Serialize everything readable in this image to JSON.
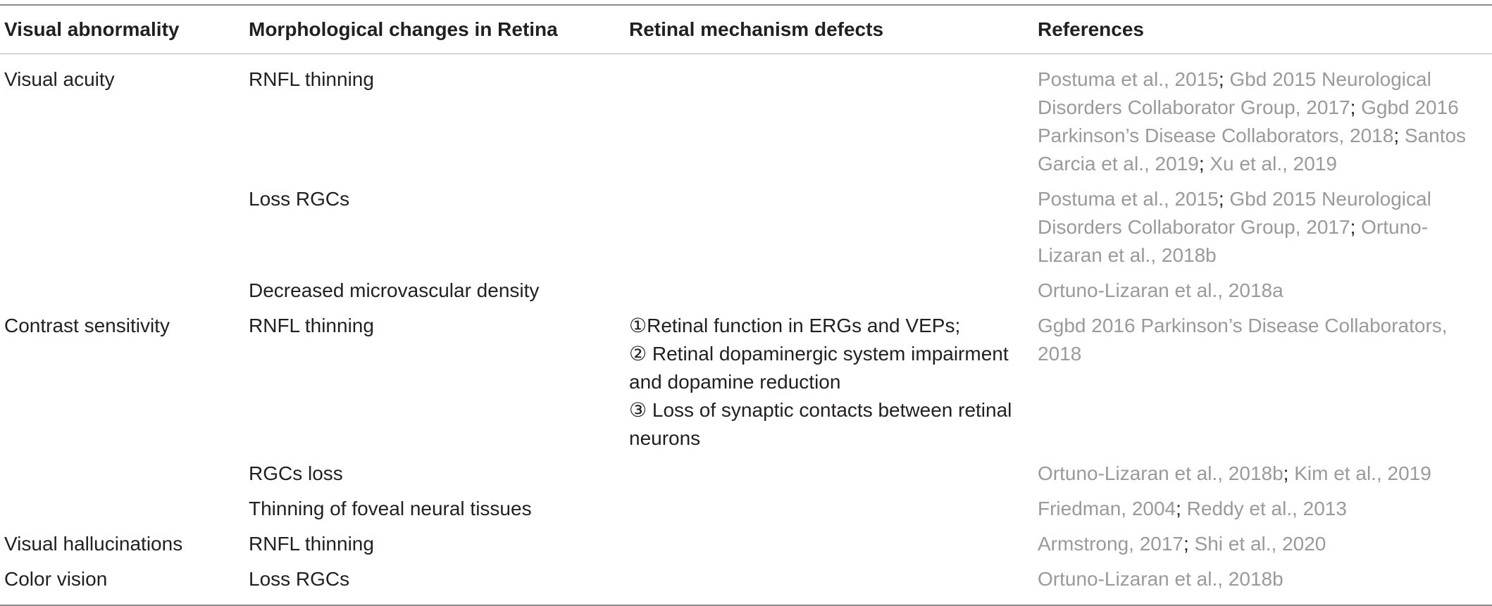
{
  "table": {
    "headers": [
      "Visual abnormality",
      "Morphological changes in Retina",
      "Retinal mechanism defects",
      "References"
    ],
    "rows": [
      {
        "abnormality": "Visual acuity",
        "change": "RNFL thinning",
        "mechanism": [],
        "references": [
          "Postuma et al., 2015",
          "Gbd 2015 Neurological Disorders Collaborator Group, 2017",
          "Ggbd 2016 Parkinson’s Disease Collaborators, 2018",
          "Santos Garcia et al., 2019",
          "Xu et al., 2019"
        ]
      },
      {
        "abnormality": "",
        "change": "Loss RGCs",
        "mechanism": [],
        "references": [
          "Postuma et al., 2015",
          "Gbd 2015 Neurological Disorders Collaborator Group, 2017",
          "Ortuno-Lizaran et al., 2018b"
        ]
      },
      {
        "abnormality": "",
        "change": "Decreased microvascular density",
        "mechanism": [],
        "references": [
          "Ortuno-Lizaran et al., 2018a"
        ]
      },
      {
        "abnormality": "Contrast sensitivity",
        "change": "RNFL thinning",
        "mechanism": [
          "①Retinal function in ERGs and VEPs;",
          "② Retinal dopaminergic system impairment and dopamine reduction",
          "③ Loss of synaptic contacts between retinal neurons"
        ],
        "references": [
          "Ggbd 2016 Parkinson’s Disease Collaborators, 2018"
        ]
      },
      {
        "abnormality": "",
        "change": "RGCs loss",
        "mechanism": [],
        "references": [
          "Ortuno-Lizaran et al., 2018b",
          "Kim et al., 2019"
        ]
      },
      {
        "abnormality": "",
        "change": "Thinning of foveal neural tissues",
        "mechanism": [],
        "references": [
          "Friedman, 2004",
          "Reddy et al., 2013"
        ]
      },
      {
        "abnormality": "Visual hallucinations",
        "change": "RNFL thinning",
        "mechanism": [],
        "references": [
          "Armstrong, 2017",
          "Shi et al., 2020"
        ]
      },
      {
        "abnormality": "Color vision",
        "change": "Loss RGCs",
        "mechanism": [],
        "references": [
          "Ortuno-Lizaran et al., 2018b"
        ]
      }
    ]
  },
  "colors": {
    "text": "#231f20",
    "reference_link": "#9a9a9a",
    "rule": "#8a8a8a"
  }
}
